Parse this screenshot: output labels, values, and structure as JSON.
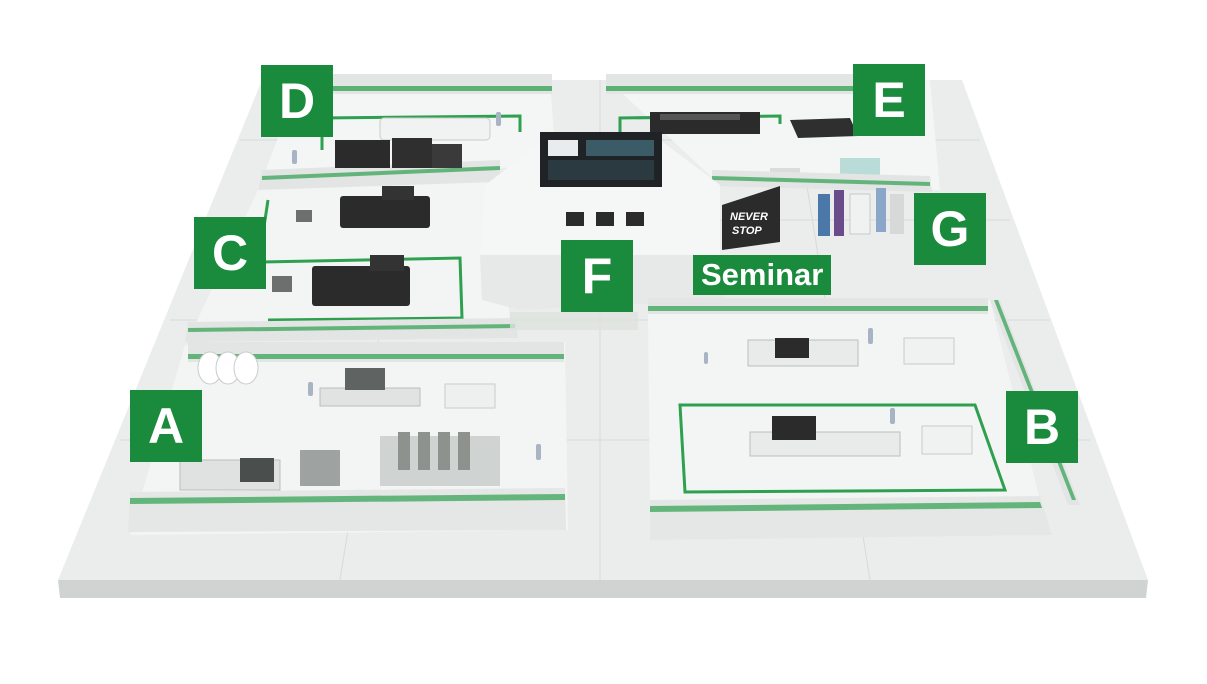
{
  "zones": [
    {
      "id": "A",
      "label": "A"
    },
    {
      "id": "B",
      "label": "B"
    },
    {
      "id": "C",
      "label": "C"
    },
    {
      "id": "D",
      "label": "D"
    },
    {
      "id": "E",
      "label": "E"
    },
    {
      "id": "F",
      "label": "F"
    },
    {
      "id": "G",
      "label": "G"
    }
  ],
  "seminar": {
    "label": "Seminar"
  },
  "sign": {
    "line1": "NEVER",
    "line2": "STOP"
  },
  "colors": {
    "brand_green": "#1a8a3c",
    "wall_green": "#2ea04f",
    "floor": "#eef0ef",
    "wall": "#e6e8e7",
    "machine_dark": "#2b2b2b"
  }
}
